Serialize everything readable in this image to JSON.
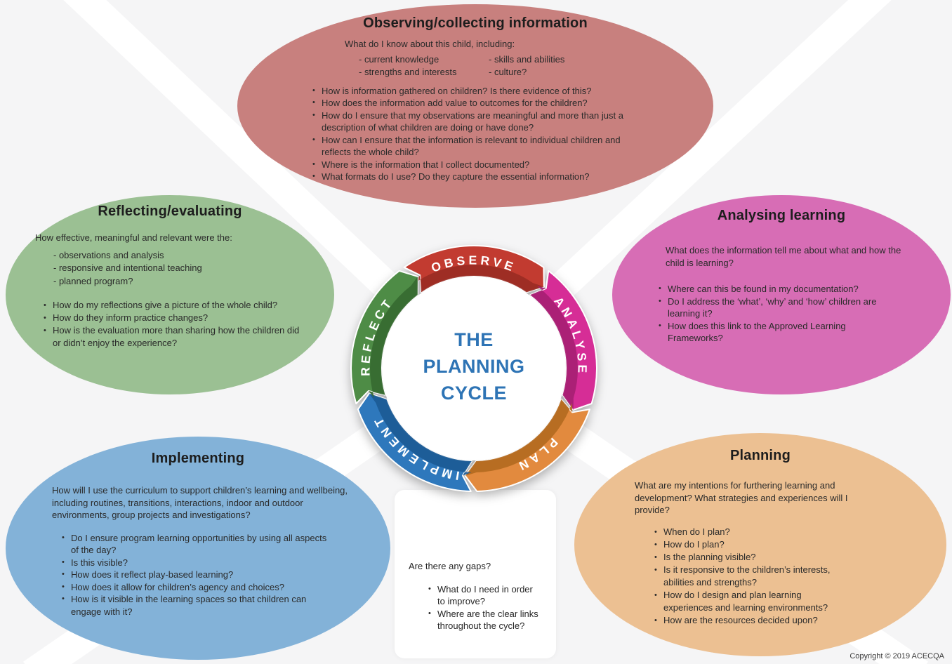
{
  "background": {
    "color": "#f5f5f6",
    "ray_color": "#ffffff"
  },
  "cycle": {
    "center_lines": [
      "THE",
      "PLANNING",
      "CYCLE"
    ],
    "center_color": "#2e74b5",
    "segments": [
      {
        "label": "OBSERVE",
        "color": "#c23b30",
        "dark": "#9a2c23",
        "start": -36,
        "end": 36
      },
      {
        "label": "ANALYSE",
        "color": "#d62d96",
        "dark": "#a61f72",
        "start": 36,
        "end": 108
      },
      {
        "label": "PLAN",
        "color": "#e28a3e",
        "dark": "#b2691f",
        "start": 108,
        "end": 180
      },
      {
        "label": "IMPLEMENT",
        "color": "#2e78bc",
        "dark": "#1c5a93",
        "start": 180,
        "end": 252
      },
      {
        "label": "REFLECT",
        "color": "#4e8c46",
        "dark": "#366930",
        "start": 252,
        "end": 324
      }
    ]
  },
  "bubbles": {
    "observing": {
      "title": "Observing/collecting information",
      "color": "#c8807e",
      "intro": "What do I know about this child, including:",
      "dash_items": [
        "- current knowledge",
        "- skills and abilities",
        "- strengths and interests",
        "- culture?"
      ],
      "bullets": [
        "How is information gathered on children? Is there evidence of this?",
        "How does the information add value to outcomes for the children?",
        "How do I ensure that my observations are meaningful and more than just a description of what children are doing or have done?",
        "How can I ensure that the information is relevant to individual children and reflects the whole child?",
        "Where is the information that I collect documented?",
        "What formats do I use? Do they capture the essential information?"
      ]
    },
    "reflecting": {
      "title": "Reflecting/evaluating",
      "color": "#9bc093",
      "intro": "How effective, meaningful and relevant were the:",
      "dash_items": [
        "- observations and analysis",
        "- responsive and intentional teaching",
        "- planned program?"
      ],
      "bullets": [
        "How do my reflections give a picture of the whole child?",
        "How do they inform practice changes?",
        "How is the evaluation more than sharing how the children did or didn’t enjoy the experience?"
      ]
    },
    "analysing": {
      "title": "Analysing learning",
      "color": "#d76db5",
      "intro": "What does the information tell me about what and how the child is learning?",
      "bullets": [
        "Where can this be found in my documentation?",
        "Do I address the ‘what’, ‘why’ and ‘how’ children are learning it?",
        "How does this link to the Approved Learning Frameworks?"
      ]
    },
    "implementing": {
      "title": "Implementing",
      "color": "#83b2d8",
      "intro": "How will I use the curriculum to support children’s learning and wellbeing, including routines, transitions, interactions, indoor and outdoor environments, group projects and investigations?",
      "bullets": [
        "Do I ensure program learning opportunities by using all aspects of the day?",
        "Is this visible?",
        "How does it reflect play-based learning?",
        "How does it allow for children’s agency and choices?",
        "How is it visible in the learning spaces so that children can engage with it?"
      ]
    },
    "planning": {
      "title": "Planning",
      "color": "#ecc092",
      "intro": "What are my intentions for furthering learning and development? What strategies and experiences will I provide?",
      "bullets": [
        "When do I plan?",
        "How do I plan?",
        "Is the planning visible?",
        "Is it responsive to the children’s interests, abilities and strengths?",
        "How do I design and plan learning experiences and learning environments?",
        "How are the resources decided upon?"
      ]
    }
  },
  "gaps_box": {
    "title": "Are there any gaps?",
    "bullets": [
      "What do I need in order to improve?",
      "Where are the clear links throughout the cycle?"
    ]
  },
  "footer": {
    "copyright": "Copyright © 2019 ACECQA"
  }
}
